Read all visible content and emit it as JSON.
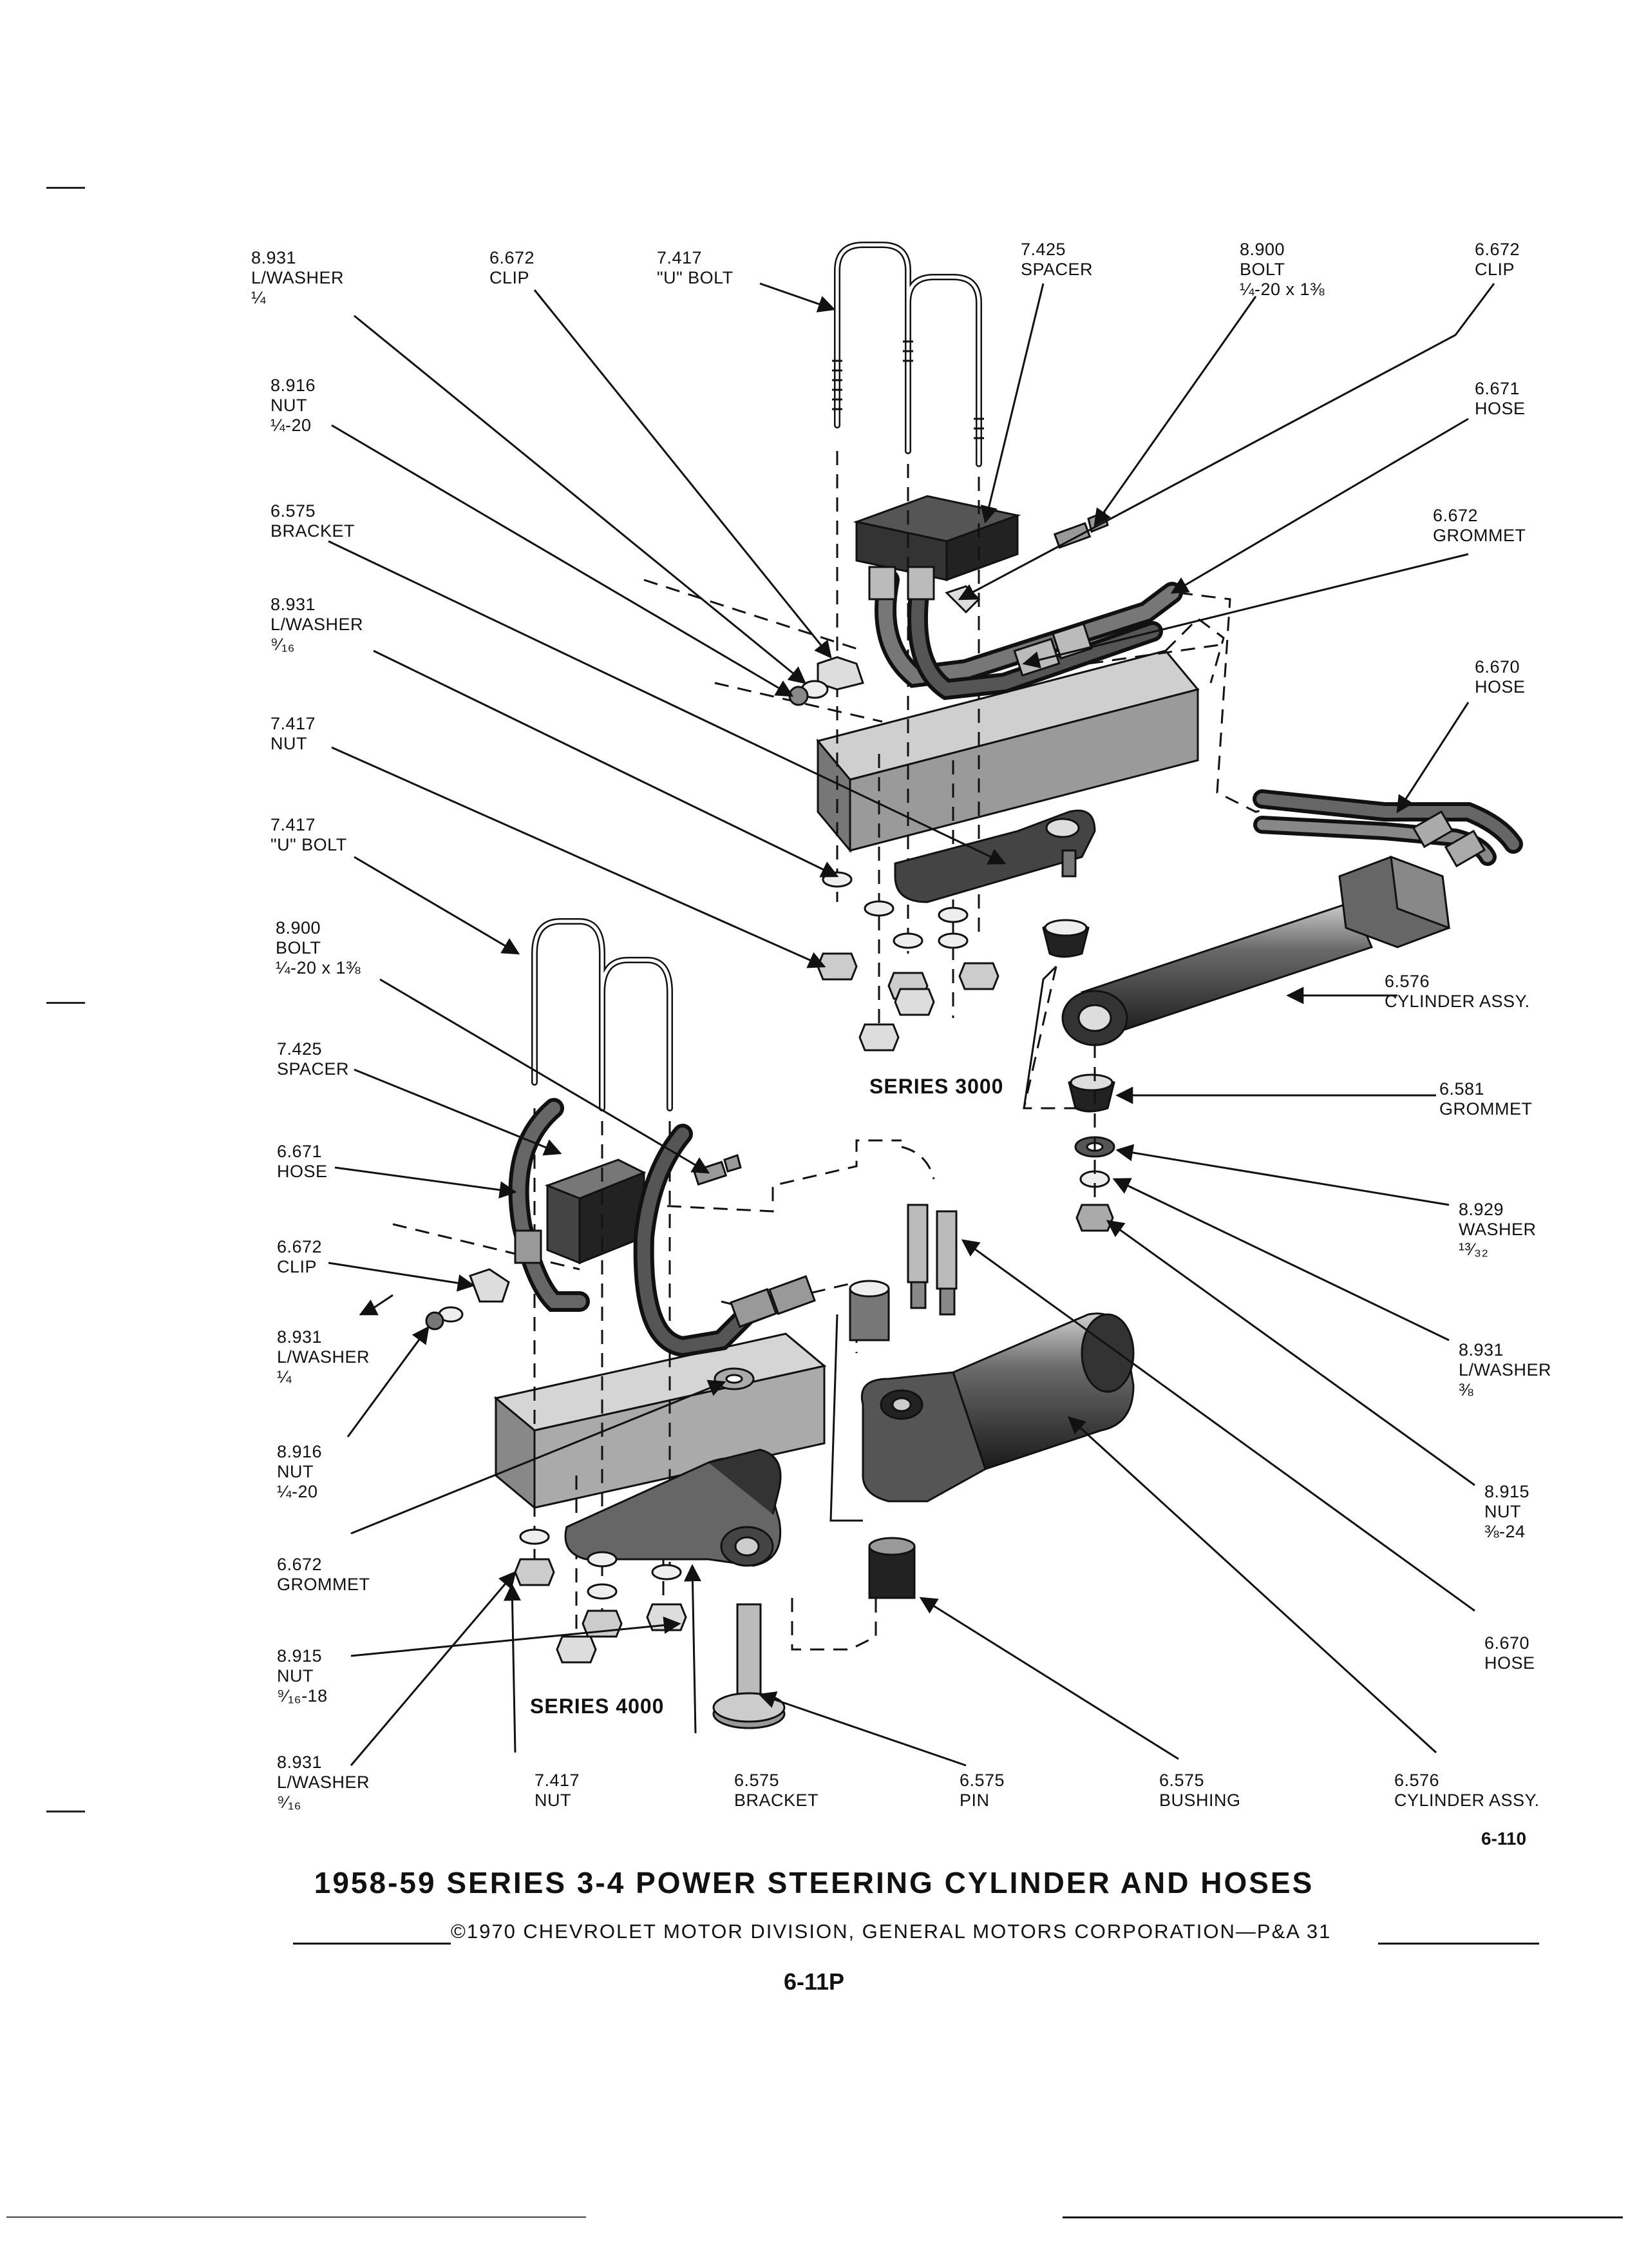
{
  "callouts": {
    "c1": [
      "8.931",
      "L/WASHER",
      "¼"
    ],
    "c2": [
      "6.672",
      "CLIP"
    ],
    "c3": [
      "7.417",
      "\"U\"  BOLT"
    ],
    "c4": [
      "7.425",
      "SPACER"
    ],
    "c5": [
      "8.900",
      "BOLT",
      "¼-20 x 1⅜"
    ],
    "c6": [
      "6.672",
      "CLIP"
    ],
    "c7": [
      "8.916",
      "NUT",
      "¼-20"
    ],
    "c8": [
      "6.671",
      "HOSE"
    ],
    "c9": [
      "6.575",
      "BRACKET"
    ],
    "c10": [
      "6.672",
      "GROMMET"
    ],
    "c11": [
      "8.931",
      "L/WASHER",
      "⁹⁄₁₆"
    ],
    "c12": [
      "6.670",
      "HOSE"
    ],
    "c13": [
      "7.417",
      "NUT"
    ],
    "c14": [
      "7.417",
      "\"U\"  BOLT"
    ],
    "c15": [
      "6.576",
      "CYLINDER  ASSY."
    ],
    "c16": [
      "8.900",
      "BOLT",
      "¼-20 x 1⅜"
    ],
    "c17": [
      "7.425",
      "SPACER"
    ],
    "c18": [
      "6.581",
      "GROMMET"
    ],
    "c19": [
      "6.671",
      "HOSE"
    ],
    "c20": [
      "8.929",
      "WASHER",
      "¹³⁄₃₂"
    ],
    "c21": [
      "6.672",
      "CLIP"
    ],
    "c22": [
      "8.931",
      "L/WASHER",
      "¼"
    ],
    "c23": [
      "8.931",
      "L/WASHER",
      "⅜"
    ],
    "c24": [
      "8.916",
      "NUT",
      "¼-20"
    ],
    "c25": [
      "8.915",
      "NUT",
      "⅜-24"
    ],
    "c26": [
      "6.672",
      "GROMMET"
    ],
    "c27": [
      "6.670",
      "HOSE"
    ],
    "c28": [
      "8.915",
      "NUT",
      "⁹⁄₁₆-18"
    ],
    "c29": [
      "8.931",
      "L/WASHER",
      "⁹⁄₁₆"
    ],
    "c30": [
      "7.417",
      "NUT"
    ],
    "c31": [
      "6.575",
      "BRACKET"
    ],
    "c32": [
      "6.575",
      "PIN"
    ],
    "c33": [
      "6.575",
      "BUSHING"
    ],
    "c34": [
      "6.576",
      "CYLINDER  ASSY."
    ]
  },
  "series_labels": {
    "s3000": "SERIES  3000",
    "s4000": "SERIES  4000"
  },
  "footer": {
    "figure_number": "6-110",
    "title": "1958-59  SERIES  3-4  POWER  STEERING  CYLINDER  AND  HOSES",
    "copyright": "©1970  CHEVROLET  MOTOR  DIVISION,  GENERAL  MOTORS  CORPORATION—P&A  31",
    "page_number": "6-11P"
  }
}
